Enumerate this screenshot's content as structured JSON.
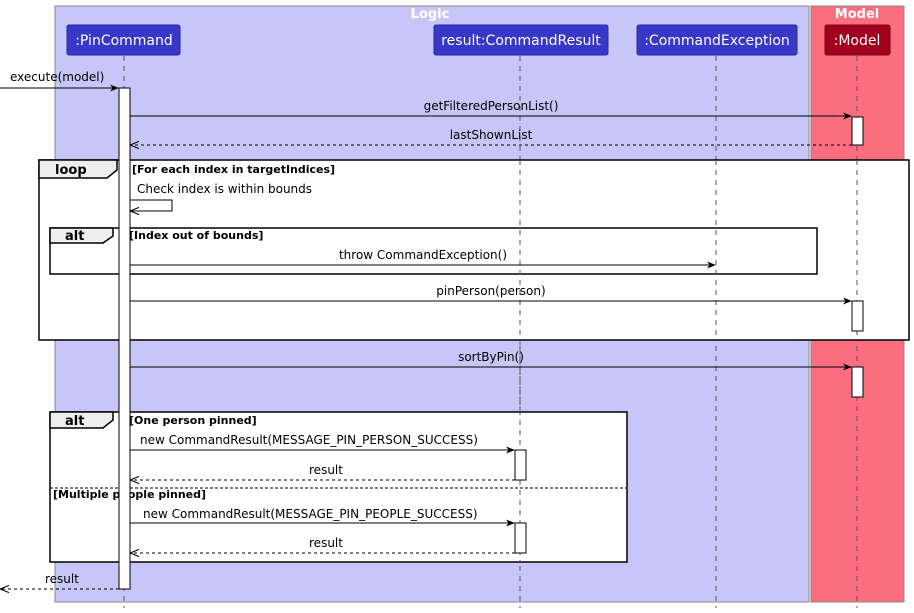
{
  "boxes": {
    "logic": "Logic",
    "model": "Model"
  },
  "participants": {
    "pin_command": ":PinCommand",
    "command_result": "result:CommandResult",
    "command_exception": ":CommandException",
    "model": ":Model"
  },
  "messages": {
    "execute": "execute(model)",
    "get_filtered": "getFilteredPersonList()",
    "last_shown": "lastShownList",
    "check_index": "Check index is within bounds",
    "throw_exception": "throw CommandException()",
    "pin_person": "pinPerson(person)",
    "sort_by_pin": "sortByPin()",
    "new_result_single": "new CommandResult(MESSAGE_PIN_PERSON_SUCCESS)",
    "result_single": "result",
    "new_result_multi": "new CommandResult(MESSAGE_PIN_PEOPLE_SUCCESS)",
    "result_multi": "result",
    "final_result": "result"
  },
  "frames": {
    "loop_label": "loop",
    "loop_guard": "[For each index in targetIndices]",
    "alt1_label": "alt",
    "alt1_guard": "[Index out of bounds]",
    "alt2_label": "alt",
    "alt2_guard_1": "[One person pinned]",
    "alt2_guard_2": "[Multiple people pinned]"
  },
  "colors": {
    "logic_box": "#c6c6f8",
    "model_box": "#fa6e80",
    "logic_participant": "#3737c8",
    "model_participant": "#a0001c",
    "frame_tab": "#eeeeee"
  }
}
